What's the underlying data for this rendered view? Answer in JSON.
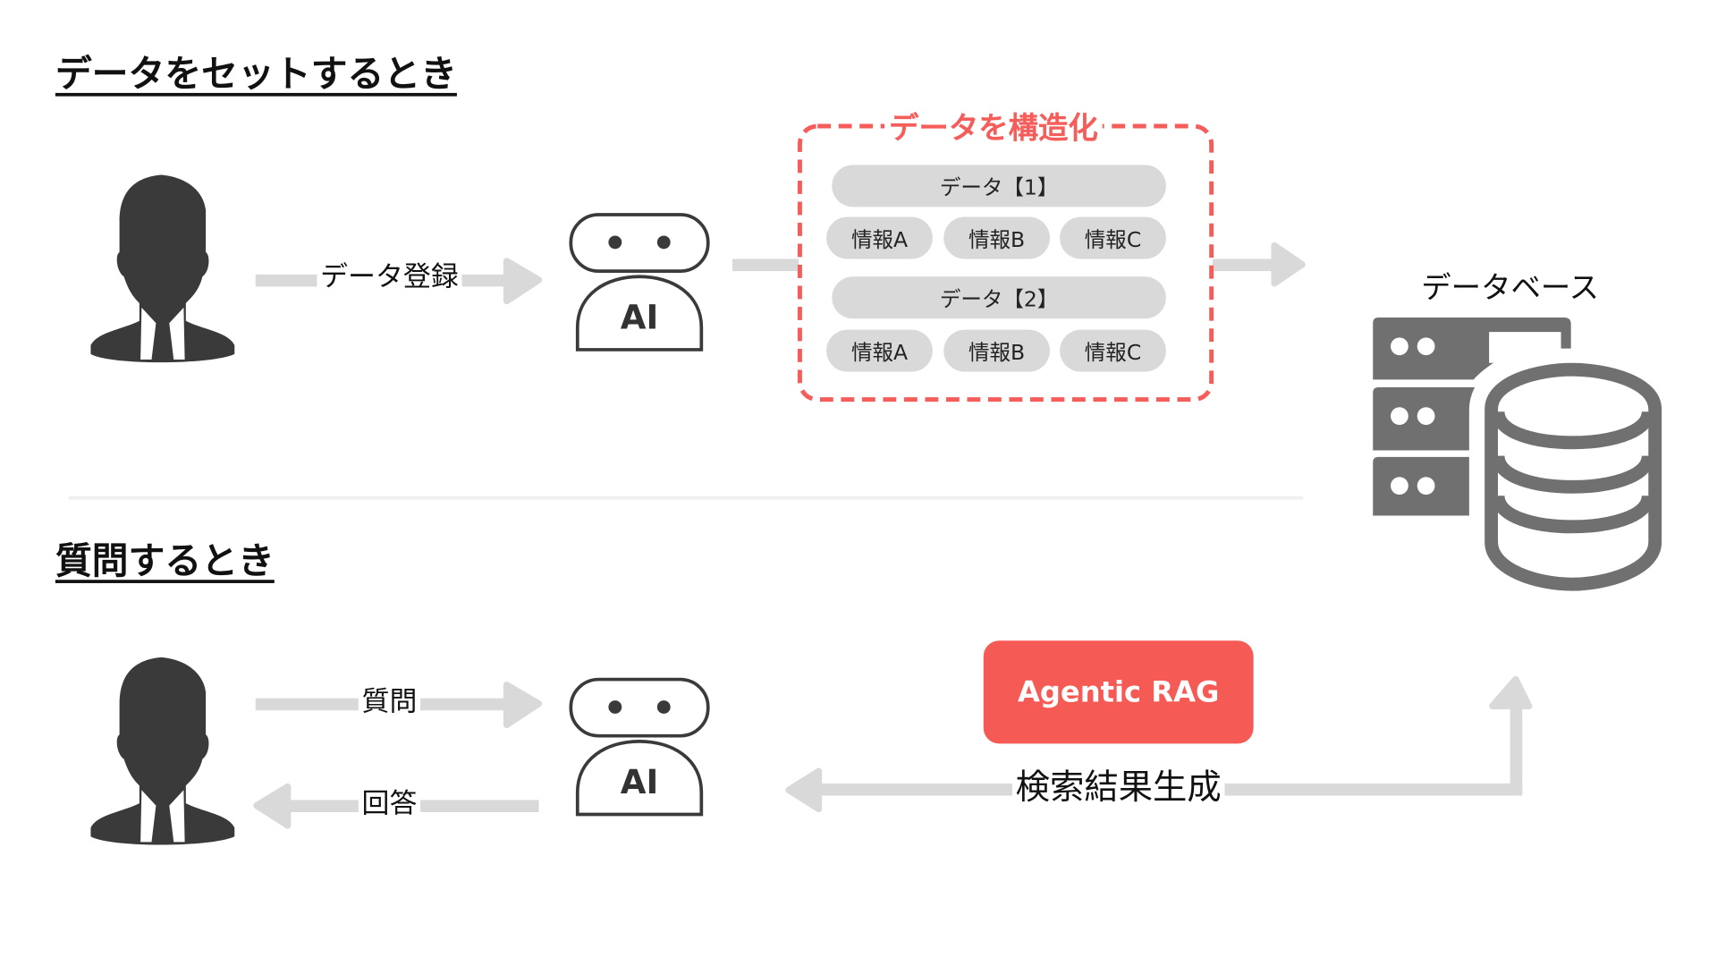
{
  "section_set": {
    "title": "データをセットするとき",
    "arrow_label": "データ登録",
    "ai_label": "AI",
    "structure_box": {
      "title": "データを構造化",
      "records": [
        {
          "label": "データ【1】",
          "fields": [
            "情報A",
            "情報B",
            "情報C"
          ]
        },
        {
          "label": "データ【2】",
          "fields": [
            "情報A",
            "情報B",
            "情報C"
          ]
        }
      ]
    },
    "database_label": "データベース"
  },
  "section_query": {
    "title": "質問するとき",
    "question_label": "質問",
    "answer_label": "回答",
    "ai_label": "AI",
    "rag_button": "Agentic RAG",
    "result_label": "検索結果生成"
  },
  "colors": {
    "accent": "#f55d5a",
    "arrow": "#d9d9d9",
    "icon": "#3a3a3a",
    "db": "#707070"
  }
}
